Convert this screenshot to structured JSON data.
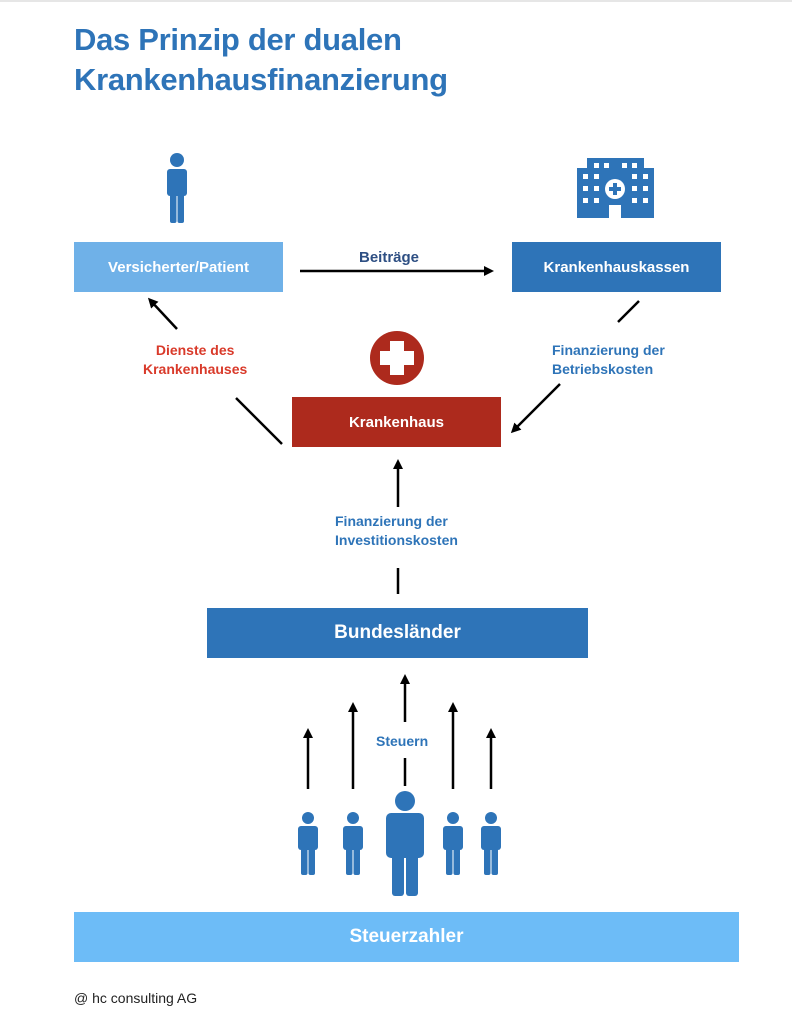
{
  "title": {
    "line1": "Das Prinzip der dualen",
    "line2": "Krankenhausfinanzierung"
  },
  "boxes": {
    "patient": "Versicherter/Patient",
    "kassen": "Krankenhauskassen",
    "krankenhaus": "Krankenhaus",
    "laender": "Bundesländer",
    "steuerzahler": "Steuerzahler"
  },
  "labels": {
    "beitraege": "Beiträge",
    "dienste_line1": "Dienste des",
    "dienste_line2": "Krankenhauses",
    "betrieb_line1": "Finanzierung der",
    "betrieb_line2": "Betriebskosten",
    "invest_line1": "Finanzierung der",
    "invest_line2": "Investitionskosten",
    "steuern": "Steuern"
  },
  "footer": "@ hc consulting AG",
  "colors": {
    "dark_blue": "#2e74b8",
    "light_blue": "#6fb1e8",
    "sky_blue": "#6dbcf7",
    "red": "#ad2a1d",
    "red_label": "#d93a2a"
  },
  "icons": [
    "person-icon",
    "hospital-building-icon",
    "medical-cross-icon",
    "taxpayer-person-icon"
  ]
}
